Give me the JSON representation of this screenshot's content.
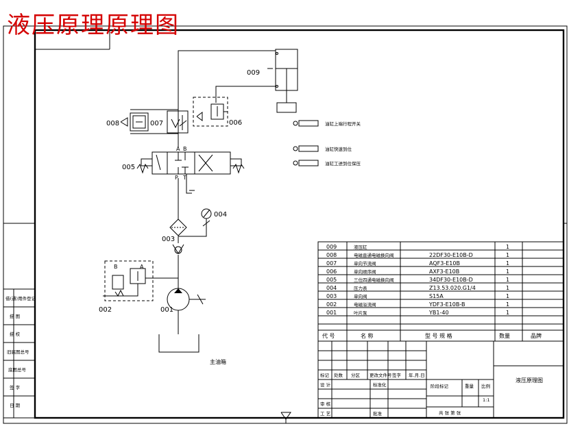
{
  "drawing": {
    "title": "液压原理原理图",
    "tank_label": "主油箱",
    "component_labels": {
      "c001": "001",
      "c002": "002",
      "c003": "003",
      "c004": "004",
      "c005": "005",
      "c006": "006",
      "c007": "007",
      "c008": "008",
      "c009": "009"
    },
    "port_labels": {
      "a": "A",
      "b": "B",
      "p": "P",
      "t": "T"
    },
    "switch_labels": [
      "油缸上端行程开关",
      "油缸快速到位",
      "油缸工进到位保压"
    ]
  },
  "left_strip": [
    "借(通)用件登记",
    "描 图",
    "描 校",
    "旧底图总号",
    "底图总号",
    "签 字",
    "日 期"
  ],
  "bom": {
    "rows": [
      {
        "no": "009",
        "name": "液压缸",
        "spec": "",
        "qty": "1"
      },
      {
        "no": "008",
        "name": "电磁直通电磁换向阀",
        "spec": "22DF30-E10B-D",
        "qty": "1"
      },
      {
        "no": "007",
        "name": "单向节流阀",
        "spec": "AQF3-E10B",
        "qty": "1"
      },
      {
        "no": "006",
        "name": "单向顺序阀",
        "spec": "AXF3-E10B",
        "qty": "1"
      },
      {
        "no": "005",
        "name": "三位四通电磁换向阀",
        "spec": "34DF30-E10B-D",
        "qty": "1"
      },
      {
        "no": "004",
        "name": "压力表",
        "spec": "Z13.53.020.G1/4",
        "qty": "1"
      },
      {
        "no": "003",
        "name": "单向阀",
        "spec": "S15A",
        "qty": "1"
      },
      {
        "no": "002",
        "name": "电磁溢流阀",
        "spec": "YDF3-E10B-B",
        "qty": "1"
      },
      {
        "no": "001",
        "name": "叶片泵",
        "spec": "YB1-40",
        "qty": "1"
      }
    ],
    "headers": {
      "no": "代 号",
      "name": "名 称",
      "spec": "型 号 规 格",
      "qty": "数量",
      "brand": "品牌"
    }
  },
  "titleblock": {
    "rev_headers": [
      "标记",
      "处数",
      "分区",
      "更改文件号",
      "签字",
      "年.月.日"
    ],
    "design": "设 计",
    "std": "标准化",
    "review": "审 核",
    "process": "工 艺",
    "approve": "批准",
    "stage": "阶段标记",
    "weight": "重量",
    "scale": "比例",
    "scale_value": "1:1",
    "sheets": "共   张   第   张",
    "drawing_name": "液压原理图"
  }
}
